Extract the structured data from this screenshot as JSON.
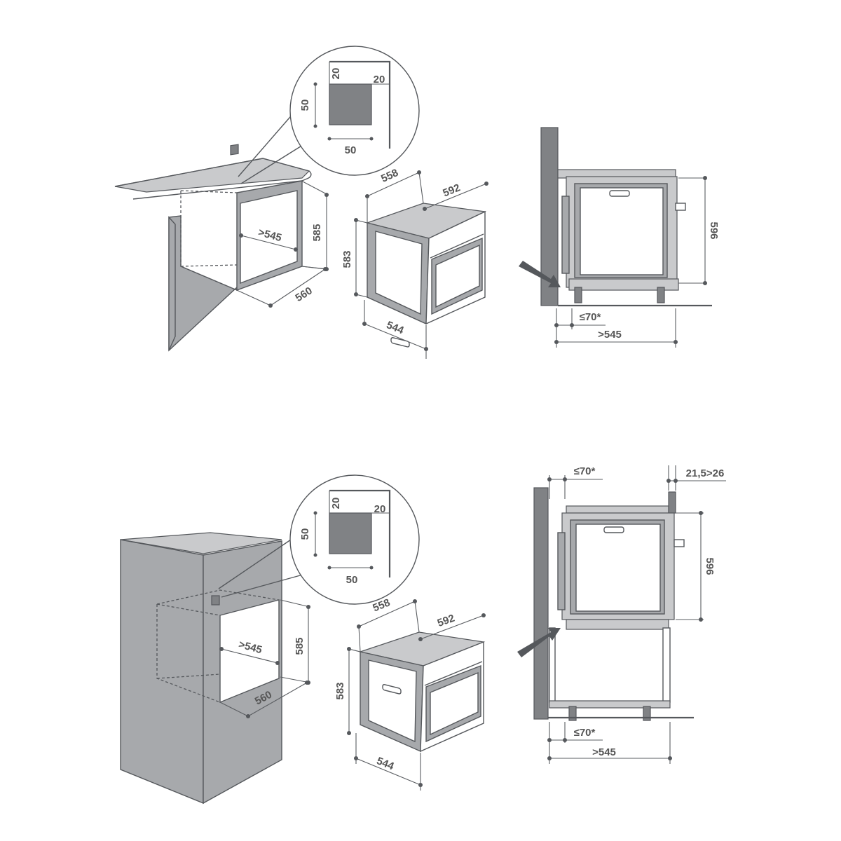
{
  "diagrams": [
    {
      "id": "under-worktop",
      "detail": {
        "vert_top": "20",
        "horiz_top": "20",
        "side": "50",
        "bottom": "50"
      },
      "niche": {
        "depth": ">545",
        "height": "585",
        "width": "560"
      },
      "oven": {
        "depth": "558",
        "width": "592",
        "height": "583",
        "bottom_width": "544"
      },
      "side_view": {
        "height": "596",
        "gap": "≤70*",
        "depth": ">545"
      }
    },
    {
      "id": "column",
      "detail": {
        "vert_top": "20",
        "horiz_top": "20",
        "side": "50",
        "bottom": "50"
      },
      "niche": {
        "depth": ">545",
        "height": "585",
        "width": "560"
      },
      "oven": {
        "depth": "558",
        "width": "592",
        "height": "583",
        "bottom_width": "544"
      },
      "side_view": {
        "height": "596",
        "gap_top": "≤70*",
        "top_gap": "21,5>26",
        "gap": "≤70*",
        "depth": ">545"
      }
    }
  ]
}
